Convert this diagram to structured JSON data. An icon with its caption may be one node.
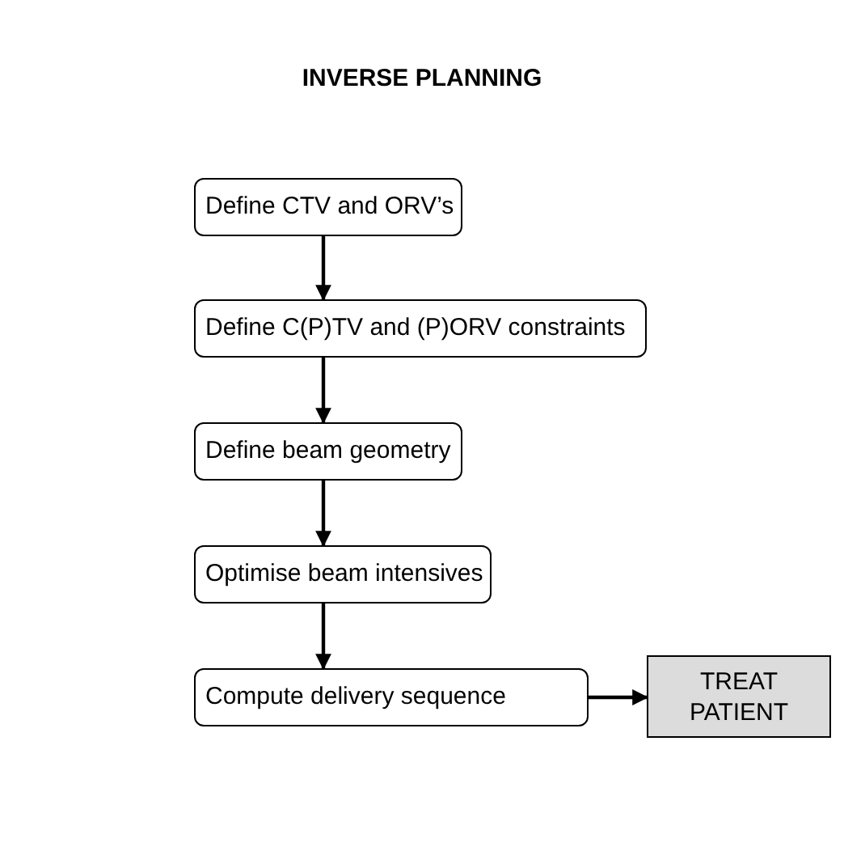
{
  "diagram": {
    "title": "INVERSE PLANNING",
    "nodes": [
      {
        "text": [
          "Define CTV and ORV’s"
        ]
      },
      {
        "text": [
          "Define C(P)TV and (P)ORV constraints"
        ]
      },
      {
        "text": [
          "Define beam geometry"
        ]
      },
      {
        "text": [
          "Optimise beam intensives"
        ]
      },
      {
        "text": [
          "Compute delivery sequence"
        ]
      },
      {
        "text": [
          "TREAT PATIENT"
        ]
      }
    ],
    "edges": [
      {
        "from": 0,
        "to": 1,
        "arrow": "to"
      },
      {
        "from": 1,
        "to": 2,
        "arrow": "to"
      },
      {
        "from": 2,
        "to": 3,
        "arrow": "to"
      },
      {
        "from": 3,
        "to": 4,
        "arrow": "to"
      },
      {
        "from": 4,
        "to": 5,
        "arrow": "to"
      }
    ]
  }
}
